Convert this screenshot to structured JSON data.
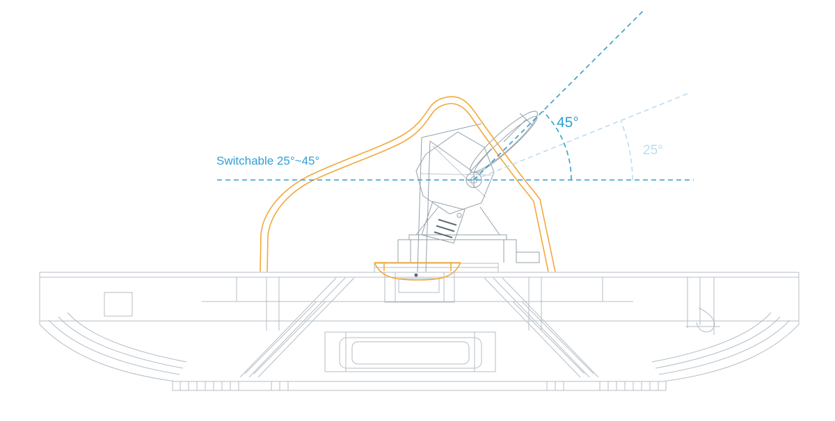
{
  "diagram": {
    "type": "technical-drawing",
    "labels": {
      "switchable_range": "Switchable 25°~45°",
      "angle_45": "45°",
      "angle_25": "25°"
    },
    "colors": {
      "accent_blue": "#2E9FD6",
      "light_blue": "#B9DDF1",
      "radome_orange": "#F2A83B",
      "wireframe_gray": "#B4BDC5",
      "wireframe_dark": "#93A0AA",
      "hatch_dark": "#5D6A74",
      "background": "#FFFFFF"
    }
  }
}
